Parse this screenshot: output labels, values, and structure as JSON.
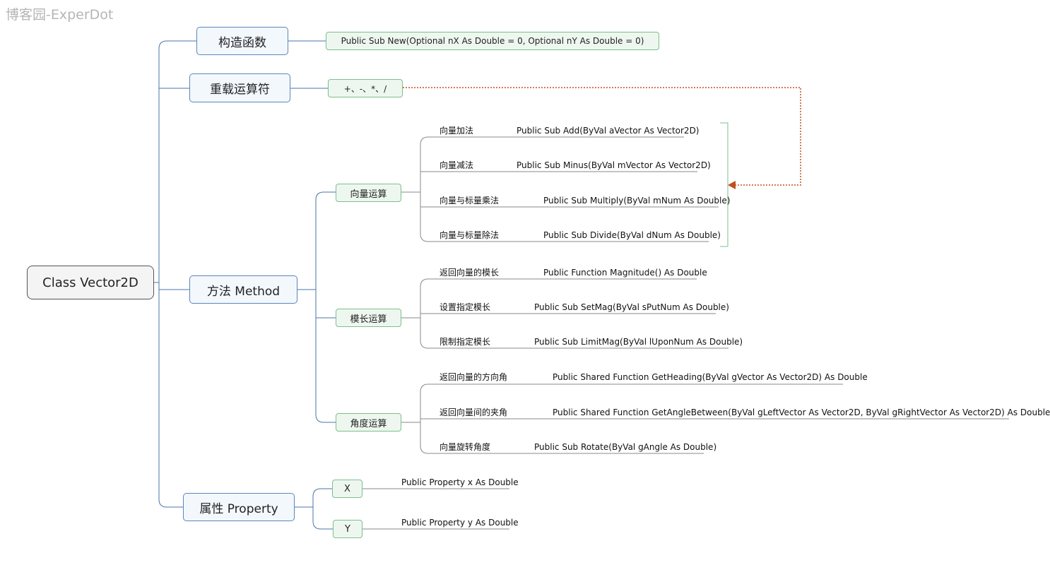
{
  "watermark": "博客园-ExperDot",
  "root": "Class Vector2D",
  "constructor": {
    "label": "构造函数",
    "code": "Public Sub New(Optional nX As Double = 0, Optional nY As Double = 0)"
  },
  "operators": {
    "label": "重载运算符",
    "code": "+、-、*、/"
  },
  "method": {
    "label": "方法 Method",
    "vector_ops": {
      "label": "向量运算",
      "items": [
        {
          "label": "向量加法",
          "code": "Public Sub Add(ByVal aVector As Vector2D)"
        },
        {
          "label": "向量减法",
          "code": "Public Sub Minus(ByVal mVector As Vector2D)"
        },
        {
          "label": "向量与标量乘法",
          "code": "Public Sub Multiply(ByVal mNum As Double)"
        },
        {
          "label": "向量与标量除法",
          "code": "Public Sub Divide(ByVal dNum As Double)"
        }
      ]
    },
    "magnitude_ops": {
      "label": "模长运算",
      "items": [
        {
          "label": "返回向量的模长",
          "code": "Public Function Magnitude() As Double"
        },
        {
          "label": "设置指定模长",
          "code": "Public Sub SetMag(ByVal sPutNum As Double)"
        },
        {
          "label": "限制指定模长",
          "code": "Public Sub LimitMag(ByVal lUponNum As Double)"
        }
      ]
    },
    "angle_ops": {
      "label": "角度运算",
      "items": [
        {
          "label": "返回向量的方向角",
          "code": "Public Shared Function GetHeading(ByVal gVector As Vector2D) As Double"
        },
        {
          "label": "返回向量间的夹角",
          "code": "Public Shared Function GetAngleBetween(ByVal gLeftVector As Vector2D, ByVal gRightVector As Vector2D) As Double"
        },
        {
          "label": "向量旋转角度",
          "code": "Public Sub Rotate(ByVal gAngle As Double)"
        }
      ]
    }
  },
  "property": {
    "label": "属性 Property",
    "items": [
      {
        "label": "X",
        "code": "Public Property x As Double"
      },
      {
        "label": "Y",
        "code": "Public Property y As Double"
      }
    ]
  },
  "colors": {
    "main_border": "#5b86b8",
    "sub_border": "#7cbf8c",
    "relation_arrow": "#c0501e"
  }
}
